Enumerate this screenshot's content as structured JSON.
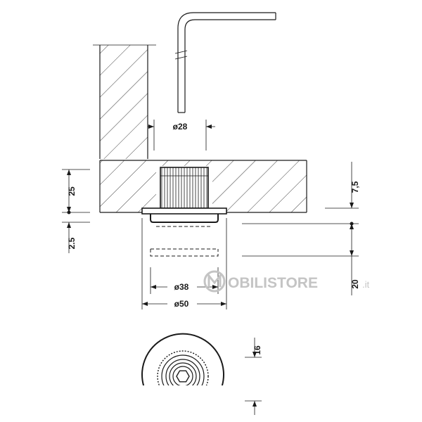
{
  "dimensions": {
    "d28": "ø28",
    "d38": "ø38",
    "d50": "ø50",
    "h25": "25",
    "h2_5": "2.5",
    "h7_5": "7,5",
    "h20": "20",
    "h16": "16"
  },
  "watermark": {
    "brand": "OBILISTORE",
    "tld": ".it"
  },
  "colors": {
    "line": "#1a1a1a",
    "watermark": "#c4c4c4"
  }
}
